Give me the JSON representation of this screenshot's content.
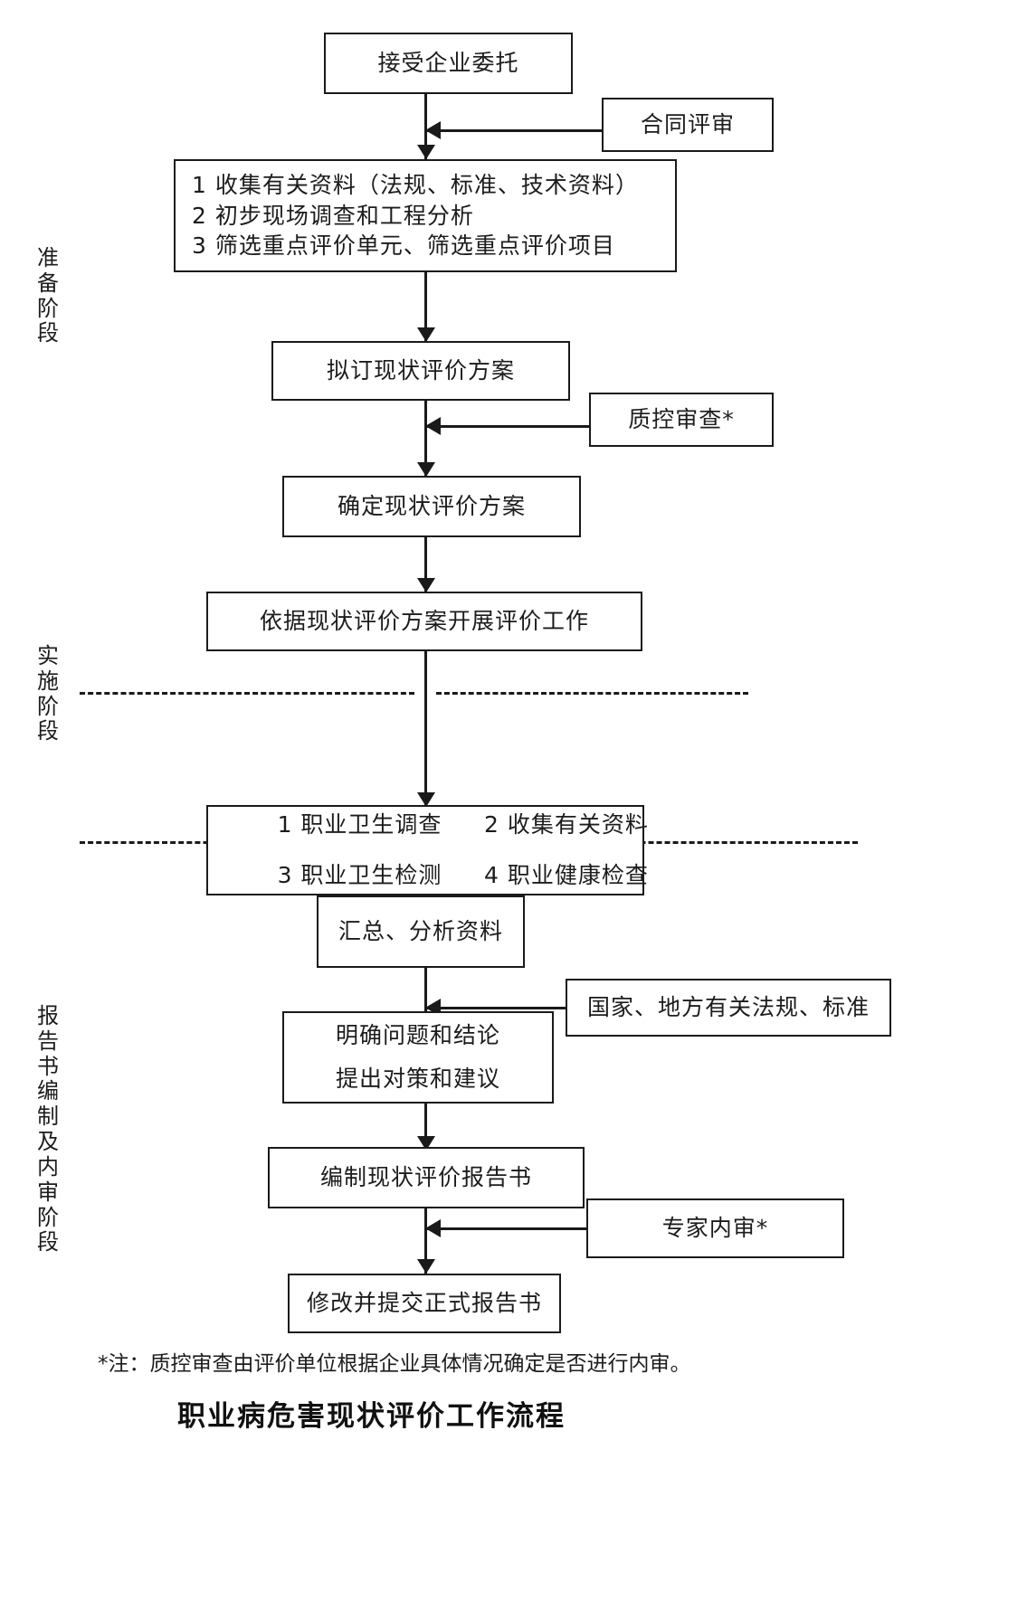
{
  "diagram": {
    "caption": "职业病危害现状评价工作流程",
    "footnote": "*注：质控审查由评价单位根据企业具体情况确定是否进行内审。",
    "stages": [
      {
        "id": "preparation",
        "text": "准备阶段",
        "chars": [
          "准",
          "备",
          "阶",
          "段"
        ]
      },
      {
        "id": "implementation",
        "text": "实施阶段",
        "chars": [
          "实",
          "施",
          "阶",
          "段"
        ]
      },
      {
        "id": "report",
        "text": "报告书编制及内审阶段",
        "chars": [
          "报",
          "告",
          "书",
          "编",
          "制",
          "及",
          "内",
          "审",
          "阶",
          "段"
        ]
      }
    ],
    "nodes": {
      "accept_commission": "接受企业委托",
      "contract_review": "合同评审",
      "prep_item_1": "1 收集有关资料（法规、标准、技术资料）",
      "prep_item_2": "2 初步现场调查和工程分析",
      "prep_item_3": "3 筛选重点评价单元、筛选重点评价项目",
      "draft_plan": "拟订现状评价方案",
      "quality_review": "质控审查*",
      "confirm_plan": "确定现状评价方案",
      "carry_out": "依据现状评价方案开展评价工作",
      "survey_1": "1 职业卫生调查",
      "survey_2": "2 收集有关资料",
      "survey_3": "3 职业卫生检测",
      "survey_4": "4 职业健康检查",
      "summarize": "汇总、分析资料",
      "regulations": "国家、地方有关法规、标准",
      "conclusion_line1": "明确问题和结论",
      "conclusion_line2": "提出对策和建议",
      "compile_report": "编制现状评价报告书",
      "expert_review": "专家内审*",
      "final_report": "修改并提交正式报告书"
    },
    "colors": {
      "line": "#1a1a1a",
      "text": "#1c1c1c",
      "background": "#ffffff"
    }
  }
}
